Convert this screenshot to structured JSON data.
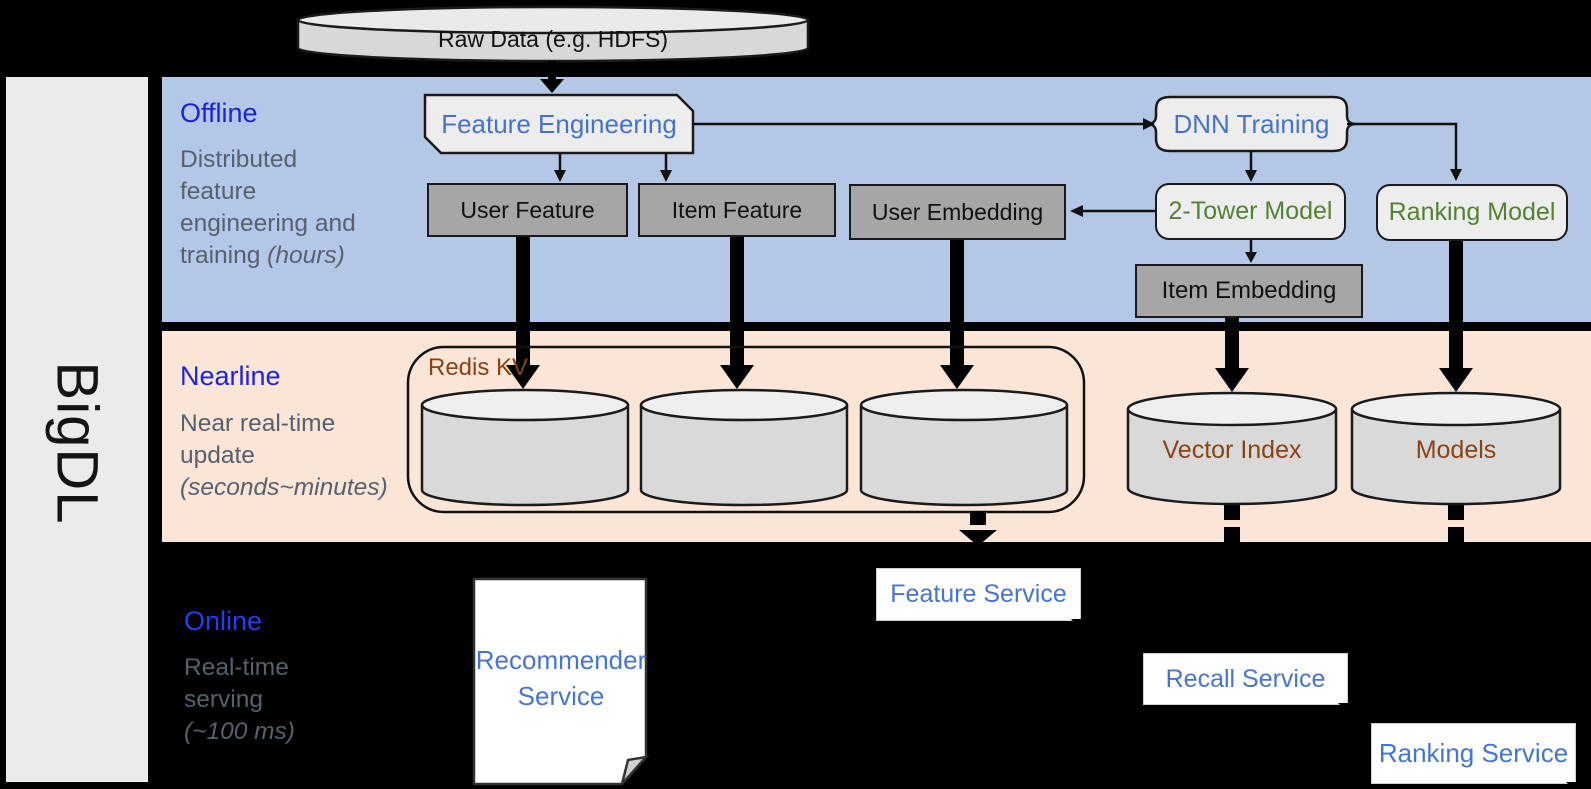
{
  "brand": "BigDL",
  "raw_data_label": "Raw Data (e.g. HDFS)",
  "sections": {
    "offline": {
      "title": "Offline",
      "desc": "Distributed feature engineering and training",
      "desc_italic": "(hours)"
    },
    "nearline": {
      "title": "Nearline",
      "desc": "Near real-time update",
      "desc_italic": "(seconds~minutes)"
    },
    "online": {
      "title": "Online",
      "desc": "Real-time serving",
      "desc_italic": "(~100 ms)"
    }
  },
  "nodes": {
    "feature_engineering": "Feature Engineering",
    "dnn_training": "DNN Training",
    "user_feature": "User Feature",
    "item_feature": "Item Feature",
    "user_embedding": "User Embedding",
    "two_tower_model": "2-Tower Model",
    "ranking_model": "Ranking Model",
    "item_embedding": "Item Embedding",
    "redis_kv": "Redis KV",
    "vector_index": "Vector Index",
    "models": "Models",
    "recommender_service": "Recommender Service",
    "feature_service": "Feature Service",
    "recall_service": "Recall Service",
    "ranking_service": "Ranking Service"
  },
  "colors": {
    "offline_band": "#b4c7e7",
    "nearline_band": "#fbe5d6",
    "background": "#000000",
    "gray_node": "#a6a6a6",
    "light_node": "#ededed",
    "node_blue_text": "#4673c8",
    "node_green_text": "#548235",
    "node_brown_text": "#8a4313",
    "section_title_blue": "#1c24d8",
    "section_desc_gray": "#57616e",
    "cylinder_body": "#d9d9d9",
    "cylinder_top": "#efefef"
  }
}
